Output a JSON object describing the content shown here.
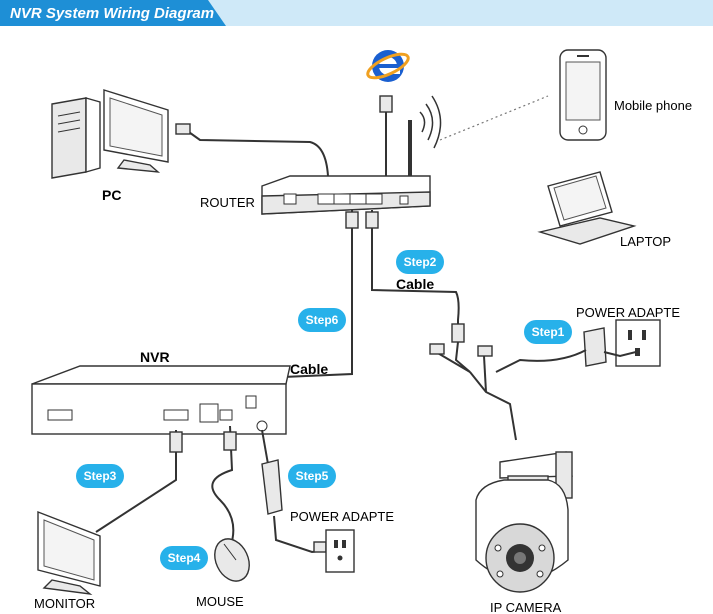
{
  "title": "NVR System Wiring Diagram",
  "colors": {
    "banner_blue": "#1e8fd6",
    "step_badge": "#27b1ea",
    "ie_blue": "#1a5fd0",
    "ie_orange": "#f0a020"
  },
  "labels": {
    "pc": "PC",
    "router": "ROUTER",
    "mobile_phone": "Mobile phone",
    "laptop": "LAPTOP",
    "nvr": "NVR",
    "power_adapter_top": "POWER ADAPTE",
    "power_adapter_bottom": "POWER ADAPTE",
    "monitor": "MONITOR",
    "mouse": "MOUSE",
    "ip_camera": "IP CAMERA",
    "cable_router_camera": "Cable",
    "cable_nvr_router": "Cable"
  },
  "steps": {
    "step1": "Step1",
    "step2": "Step2",
    "step3": "Step3",
    "step4": "Step4",
    "step5": "Step5",
    "step6": "Step6"
  },
  "icons": {
    "browser": "internet-explorer-icon",
    "wifi": "wifi-signal-icon"
  }
}
